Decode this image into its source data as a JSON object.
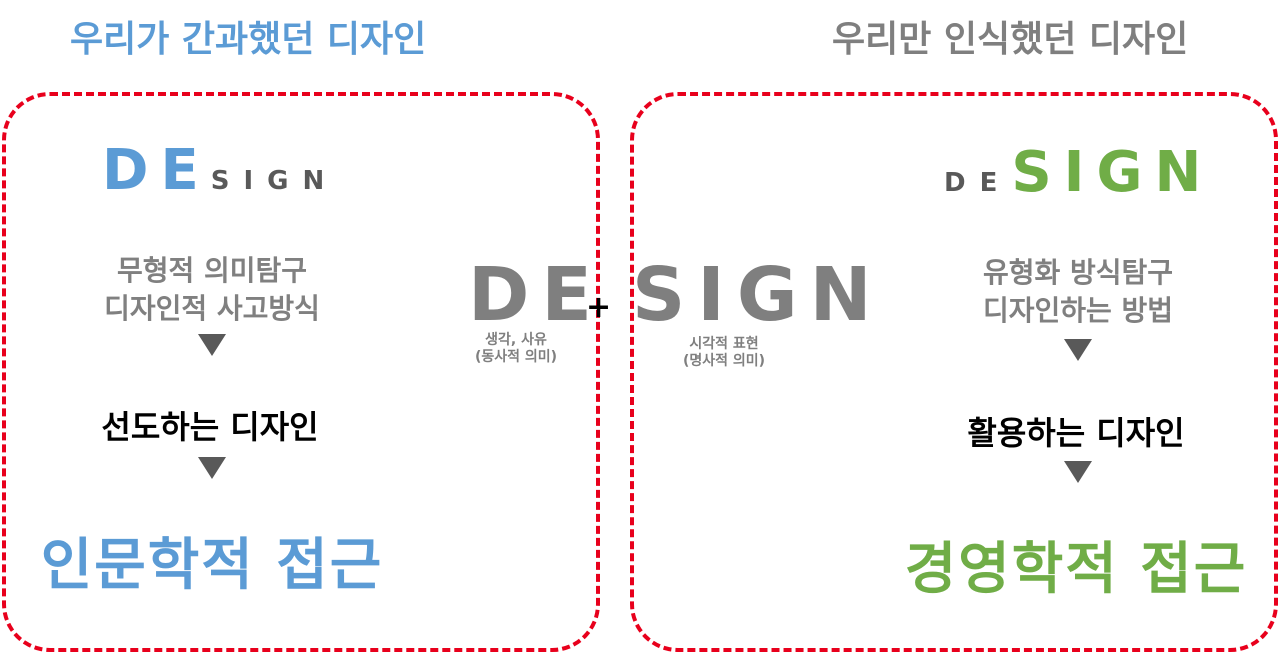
{
  "left": {
    "heading": "우리가 간과했던 디자인",
    "logo_big": "DE",
    "logo_small": "SIGN",
    "desc_line1": "무형적 의미탐구",
    "desc_line2": "디자인적 사고방식",
    "mid_label": "선도하는 디자인",
    "approach": "인문학적 접근"
  },
  "right": {
    "heading": "우리만 인식했던 디자인",
    "logo_small": "DE",
    "logo_big": "SIGN",
    "desc_line1": "유형화 방식탐구",
    "desc_line2": "디자인하는 방법",
    "mid_label": "활용하는 디자인",
    "approach": "경영학적 접근"
  },
  "center": {
    "de": "DE",
    "plus": "+",
    "sign": "SIGN",
    "de_caption_1": "생각, 사유",
    "de_caption_2": "(동사적 의미)",
    "sign_caption_1": "시각적 표현",
    "sign_caption_2": "(명사적 의미)"
  },
  "colors": {
    "blue": "#5b9bd5",
    "green": "#70ad47",
    "gray": "#7f7f7f",
    "dashed_border": "#e8001c"
  }
}
